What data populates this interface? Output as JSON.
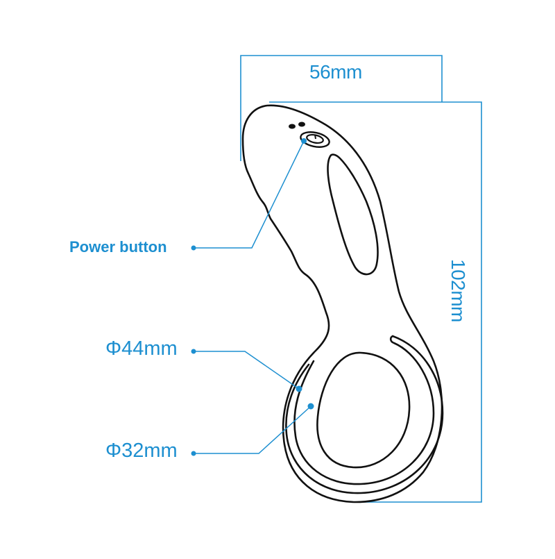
{
  "diagram": {
    "type": "product-dimension-drawing",
    "dimensions": {
      "width_label": "56mm",
      "height_label": "102mm"
    },
    "callouts": [
      {
        "id": "power",
        "label": "Power button"
      },
      {
        "id": "outer-ring",
        "label": "Φ44mm"
      },
      {
        "id": "inner-ring",
        "label": "Φ32mm"
      }
    ],
    "colors": {
      "accent": "#1d8fd0",
      "outline": "#111111",
      "background": "#ffffff"
    }
  }
}
